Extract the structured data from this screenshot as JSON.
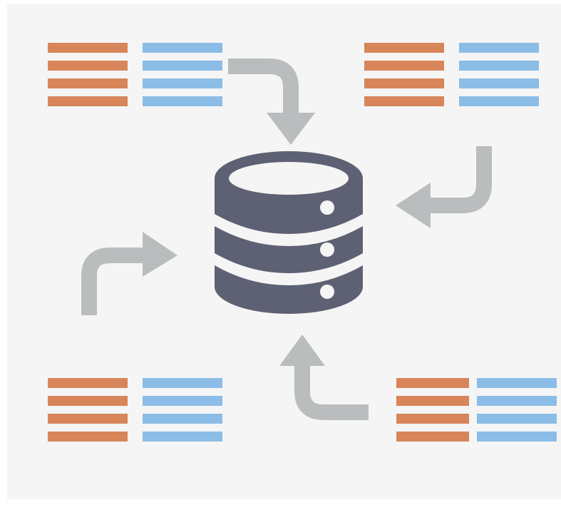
{
  "colors": {
    "panel": "#f5f5f5",
    "page": "#ffffff",
    "orange": "#d8855a",
    "blue": "#8bbde6",
    "arrow": "#babdbe",
    "database": "#5e6073",
    "database_highlight": "#f5f5f5"
  },
  "table_groups": [
    {
      "name": "table-group-top-left",
      "orange_rows": 4,
      "blue_rows": 4
    },
    {
      "name": "table-group-top-right",
      "orange_rows": 4,
      "blue_rows": 4
    },
    {
      "name": "table-group-bottom-left",
      "orange_rows": 4,
      "blue_rows": 4
    },
    {
      "name": "table-group-bottom-right",
      "orange_rows": 4,
      "blue_rows": 4
    }
  ],
  "arrows": [
    {
      "name": "arrow-top-left-to-database",
      "direction": "down"
    },
    {
      "name": "arrow-top-right-to-database",
      "direction": "left"
    },
    {
      "name": "arrow-left-to-database",
      "direction": "right"
    },
    {
      "name": "arrow-bottom-right-to-database",
      "direction": "up"
    }
  ],
  "database": {
    "icon": "database-icon",
    "tiers": 3
  }
}
